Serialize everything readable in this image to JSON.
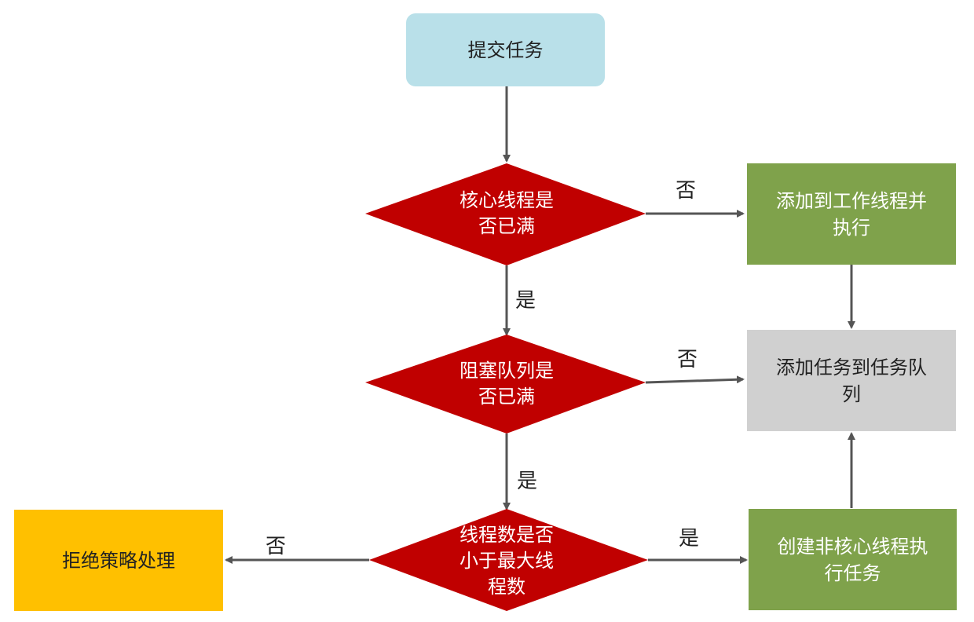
{
  "nodes": {
    "submit": "提交任务",
    "core_full": "核心线程是\n否已满",
    "add_worker": "添加到工作线程并\n执行",
    "queue_full": "阻塞队列是\n否已满",
    "add_queue": "添加任务到任务队\n列",
    "max_check": "线程数是否\n小于最大线\n程数",
    "create_non_core": "创建非核心线程执\n行任务",
    "reject": "拒绝策略处理"
  },
  "edge_labels": {
    "core_no": "否",
    "core_yes": "是",
    "queue_no": "否",
    "queue_yes": "是",
    "max_yes": "是",
    "max_no": "否"
  },
  "colors": {
    "start": "#b9e0e9",
    "diamond": "#c00000",
    "green": "#7fa24b",
    "gray": "#d0d0d0",
    "yellow": "#ffc000",
    "arrow": "#555555"
  }
}
